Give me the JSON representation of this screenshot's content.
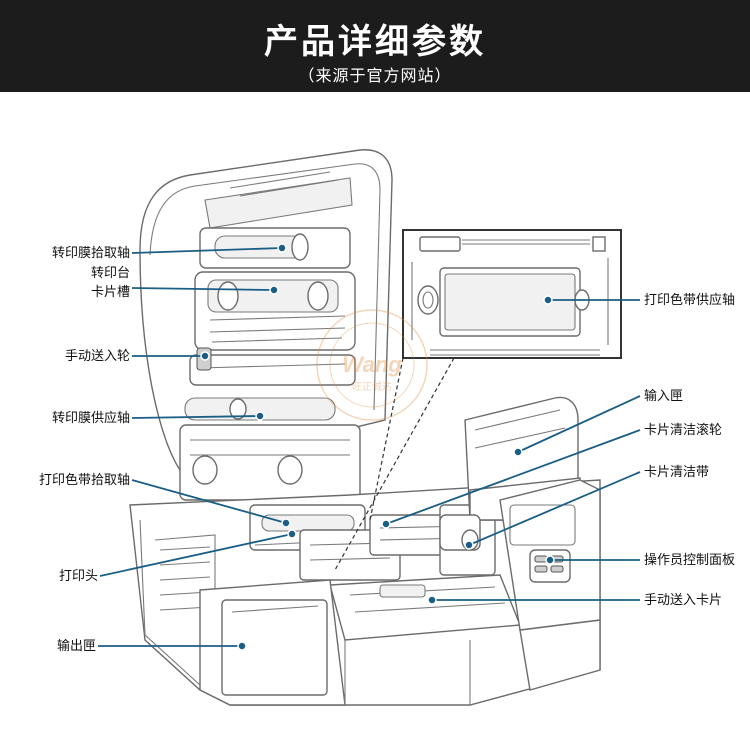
{
  "header": {
    "title": "产品详细参数",
    "subtitle": "（来源于官方网站）"
  },
  "watermark": {
    "brand": "Wang",
    "text": "旺正诚达"
  },
  "callouts": [
    {
      "id": "ribbon-takeup",
      "text": "转印膜拾取轴"
    },
    {
      "id": "transfer-stage",
      "text": "转印台"
    },
    {
      "id": "card-slot",
      "text": "卡片槽"
    },
    {
      "id": "manual-wheel",
      "text": "手动送入轮"
    },
    {
      "id": "film-supply",
      "text": "转印膜供应轴"
    },
    {
      "id": "color-ribbon-takeup",
      "text": "打印色带拾取轴"
    },
    {
      "id": "printhead",
      "text": "打印头"
    },
    {
      "id": "output-hopper",
      "text": "输出匣"
    },
    {
      "id": "color-ribbon-supply",
      "text": "打印色带供应轴"
    },
    {
      "id": "input-hopper",
      "text": "输入匣"
    },
    {
      "id": "cleaning-roller",
      "text": "卡片清洁滚轮"
    },
    {
      "id": "cleaning-tape",
      "text": "卡片清洁带"
    },
    {
      "id": "operator-panel",
      "text": "操作员控制面板"
    },
    {
      "id": "manual-feed-card",
      "text": "手动送入卡片"
    }
  ],
  "colors": {
    "banner_bg": "#1c1c1c",
    "banner_text": "#ffffff",
    "leader_line": "#1a5e86",
    "outline": "#6b6b6b"
  }
}
